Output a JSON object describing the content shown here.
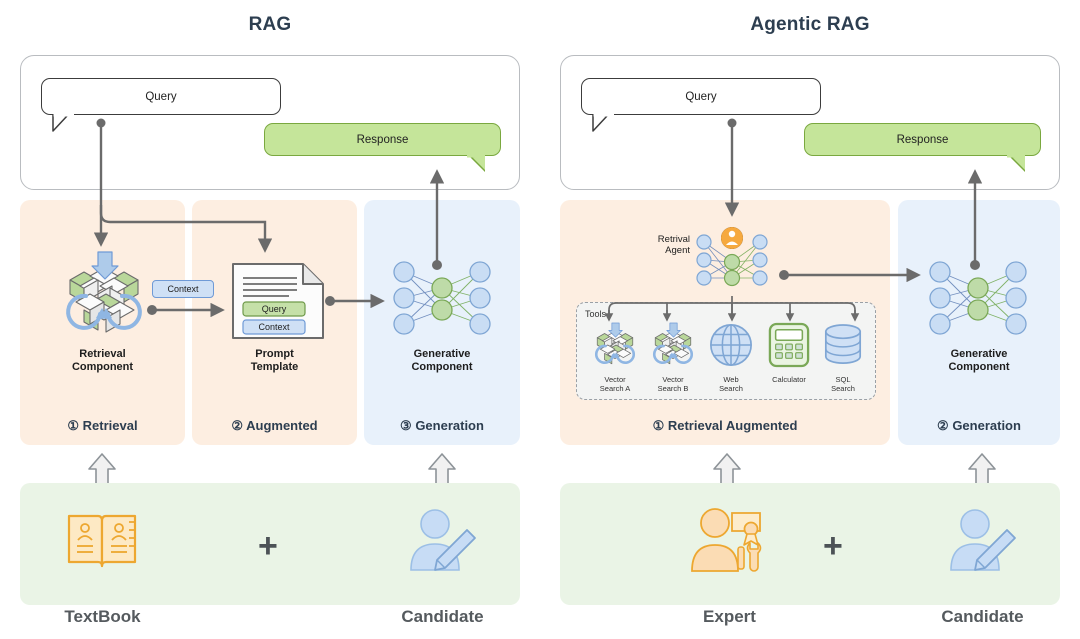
{
  "left": {
    "title": "RAG",
    "io": {
      "query": "Query",
      "response": "Response"
    },
    "stages": [
      {
        "caption": "① Retrieval",
        "component": "Retrieval\nComponent"
      },
      {
        "caption": "② Augmented",
        "component": "Prompt\nTemplate"
      },
      {
        "caption": "③ Generation",
        "component": "Generative\nComponent"
      }
    ],
    "context_pill": "Context",
    "prompt_slots": [
      "Query",
      "Context"
    ],
    "humans": [
      {
        "label": "TextBook",
        "icon": "book-icon"
      },
      {
        "label": "Candidate",
        "icon": "candidate-icon"
      }
    ],
    "plus": "+"
  },
  "right": {
    "title": "Agentic RAG",
    "io": {
      "query": "Query",
      "response": "Response"
    },
    "stages": [
      {
        "caption": "① Retrieval Augmented",
        "component": ""
      },
      {
        "caption": "② Generation",
        "component": "Generative\nComponent"
      }
    ],
    "agent_label": "Retrival\nAgent",
    "tools_title": "Tools",
    "tools": [
      {
        "label": "Vector\nSearch A",
        "icon": "vector-cube-icon"
      },
      {
        "label": "Vector\nSearch B",
        "icon": "vector-cube-icon"
      },
      {
        "label": "Web\nSearch",
        "icon": "globe-icon"
      },
      {
        "label": "Calculator",
        "icon": "calculator-icon"
      },
      {
        "label": "SQL\nSearch",
        "icon": "database-icon"
      }
    ],
    "humans": [
      {
        "label": "Expert",
        "icon": "expert-icon"
      },
      {
        "label": "Candidate",
        "icon": "candidate-icon"
      }
    ],
    "plus": "+"
  },
  "colors": {
    "title": "#2d3e50",
    "stage_orange": "#fdeee1",
    "stage_blue": "#e8f1fb",
    "human_green": "#eaf4e6",
    "response_green": "#c5e59a",
    "accent_orange": "#f0a03c",
    "accent_blue": "#aecbea",
    "node_green": "#aed59a",
    "arrow_gray": "#6b6b6b"
  }
}
